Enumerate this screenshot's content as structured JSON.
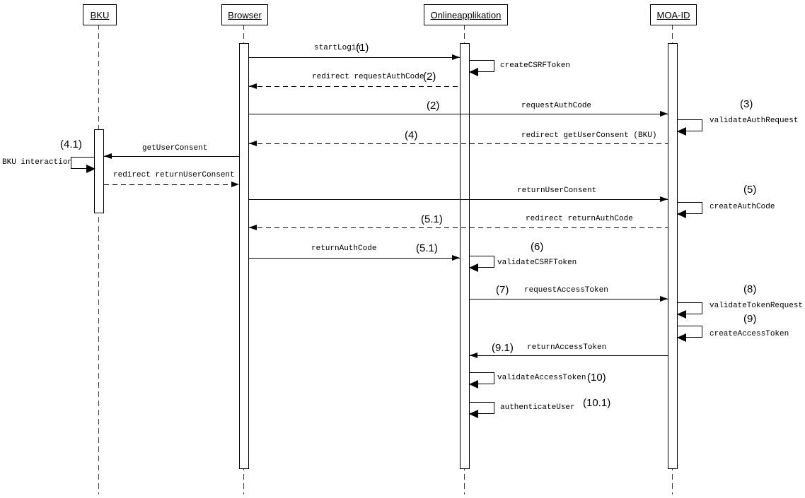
{
  "diagram": {
    "type": "uml-sequence-diagram",
    "colors": {
      "background": "#ffffff",
      "line": "#000000",
      "text": "#000000"
    }
  },
  "participants": [
    {
      "name": "BKU"
    },
    {
      "name": "Browser"
    },
    {
      "name": "Onlineapplikation"
    },
    {
      "name": "MOA-ID"
    }
  ],
  "messages": [
    {
      "label": "startLogin",
      "seq": "(1)",
      "from": "Browser",
      "to": "Onlineapplikation",
      "line": "solid"
    },
    {
      "label": "createCSRFToken",
      "from": "Onlineapplikation",
      "to": "Onlineapplikation",
      "line": "self"
    },
    {
      "label": "redirect requestAuthCode",
      "seq": "(2)",
      "from": "Onlineapplikation",
      "to": "Browser",
      "line": "dashed"
    },
    {
      "label": "requestAuthCode",
      "seq": "(2)",
      "from": "Browser",
      "to": "MOA-ID",
      "line": "solid"
    },
    {
      "label": "validateAuthRequest",
      "seq": "(3)",
      "from": "MOA-ID",
      "to": "MOA-ID",
      "line": "self"
    },
    {
      "label": "redirect getUserConsent (BKU)",
      "seq": "(4)",
      "from": "MOA-ID",
      "to": "Browser",
      "line": "dashed"
    },
    {
      "label": "getUserConsent",
      "seq": "(4.1)",
      "from": "Browser",
      "to": "BKU",
      "line": "solid"
    },
    {
      "label": "BKU interaction",
      "from": "BKU",
      "to": "BKU",
      "line": "self"
    },
    {
      "label": "redirect returnUserConsent",
      "from": "BKU",
      "to": "Browser",
      "line": "dashed"
    },
    {
      "label": "returnUserConsent",
      "from": "Browser",
      "to": "MOA-ID",
      "line": "solid"
    },
    {
      "label": "createAuthCode",
      "seq": "(5)",
      "from": "MOA-ID",
      "to": "MOA-ID",
      "line": "self"
    },
    {
      "label": "redirect returnAuthCode",
      "seq": "(5.1)",
      "from": "MOA-ID",
      "to": "Browser",
      "line": "dashed"
    },
    {
      "label": "returnAuthCode",
      "seq": "(5.1)",
      "from": "Browser",
      "to": "Onlineapplikation",
      "line": "solid"
    },
    {
      "label": "validateCSRFToken",
      "seq": "(6)",
      "from": "Onlineapplikation",
      "to": "Onlineapplikation",
      "line": "self"
    },
    {
      "label": "requestAccessToken",
      "seq": "(7)",
      "from": "Onlineapplikation",
      "to": "MOA-ID",
      "line": "solid"
    },
    {
      "label": "validateTokenRequest",
      "seq": "(8)",
      "from": "MOA-ID",
      "to": "MOA-ID",
      "line": "self"
    },
    {
      "label": "createAccessToken",
      "seq": "(9)",
      "from": "MOA-ID",
      "to": "MOA-ID",
      "line": "self"
    },
    {
      "label": "returnAccessToken",
      "seq": "(9.1)",
      "from": "MOA-ID",
      "to": "Onlineapplikation",
      "line": "solid"
    },
    {
      "label": "validateAccessToken",
      "seq": "(10)",
      "from": "Onlineapplikation",
      "to": "Onlineapplikation",
      "line": "self"
    },
    {
      "label": "authenticateUser",
      "seq": "(10.1)",
      "from": "Onlineapplikation",
      "to": "Onlineapplikation",
      "line": "self"
    }
  ]
}
